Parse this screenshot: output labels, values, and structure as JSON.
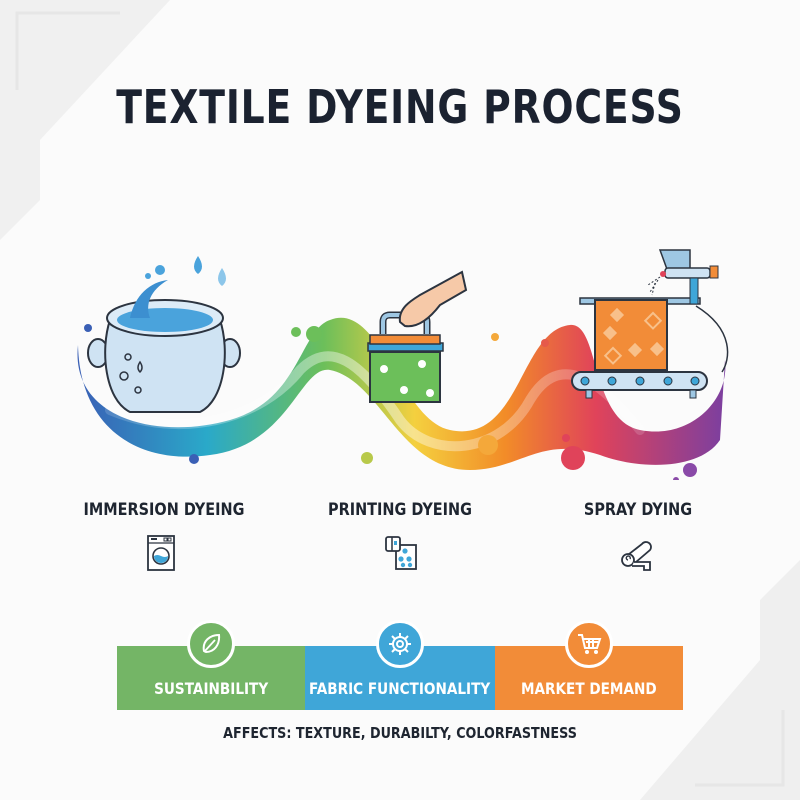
{
  "title": "TEXTILE DYEING PROCESS",
  "methods": [
    {
      "label": "IMMERSION DYEING",
      "illustration": "dye-pot-illustration",
      "icon": "washing-machine-icon"
    },
    {
      "label": "PRINTING DYEING",
      "illustration": "block-print-stamp-illustration",
      "icon": "print-pattern-icon"
    },
    {
      "label": "SPRAY DYING",
      "illustration": "spray-gun-conveyor-illustration",
      "icon": "fabric-roll-icon"
    }
  ],
  "factors": [
    {
      "label": "SUSTAINBILITY",
      "icon": "leaf-icon",
      "color": "#74b566"
    },
    {
      "label": "FABRIC FUNCTIONALITY",
      "icon": "gear-icon",
      "color": "#3fa6d8"
    },
    {
      "label": "MARKET DEMAND",
      "icon": "shopping-cart-icon",
      "color": "#f28c38"
    }
  ],
  "footnote": "AFFECTS: TEXTURE, DURABILTY, COLORFASTNESS",
  "colors": {
    "title": "#1b2230",
    "wave_gradient": [
      "#3a5fb5",
      "#2aa9c9",
      "#6cbf5a",
      "#f4d03f",
      "#f28c28",
      "#e0435a",
      "#7b3fa0"
    ]
  }
}
